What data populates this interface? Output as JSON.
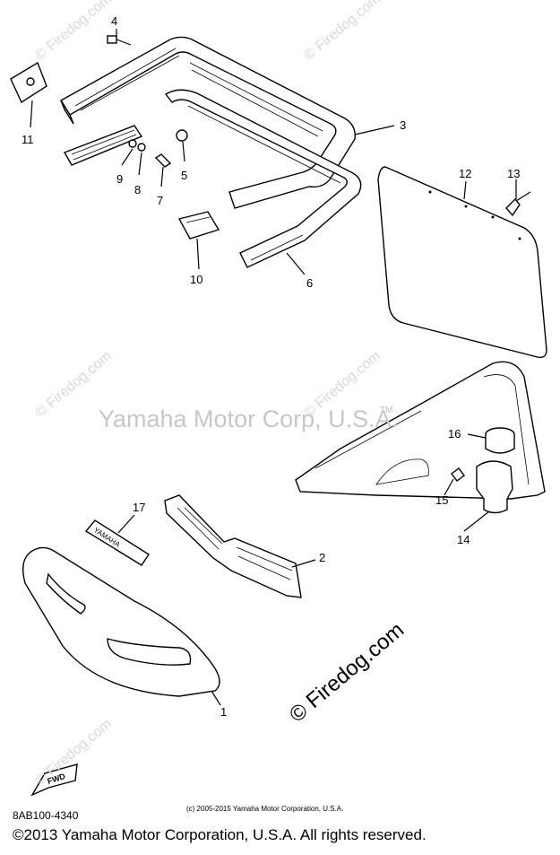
{
  "diagram": {
    "callouts": [
      "1",
      "2",
      "3",
      "4",
      "5",
      "6",
      "7",
      "8",
      "9",
      "10",
      "11",
      "12",
      "13",
      "14",
      "15",
      "16",
      "17"
    ],
    "decal_text": "YAMAHA",
    "fwd_label": "FWD",
    "center_watermark": "Yamaha Motor Corp, U.S.A.",
    "tm_mark": "TM",
    "corner_watermark": "© Firedog.com",
    "firedog_watermark": "© Firedog.com",
    "diagram_code": "8AB100-4340",
    "small_copyright": "(c) 2005-2015 Yamaha Motor Corporation, U.S.A.",
    "footer_copyright": "©2013 Yamaha Motor Corporation, U.S.A. All rights reserved."
  },
  "colors": {
    "ink": "#000000",
    "watermark": "#d9d9d9",
    "background": "#ffffff"
  }
}
